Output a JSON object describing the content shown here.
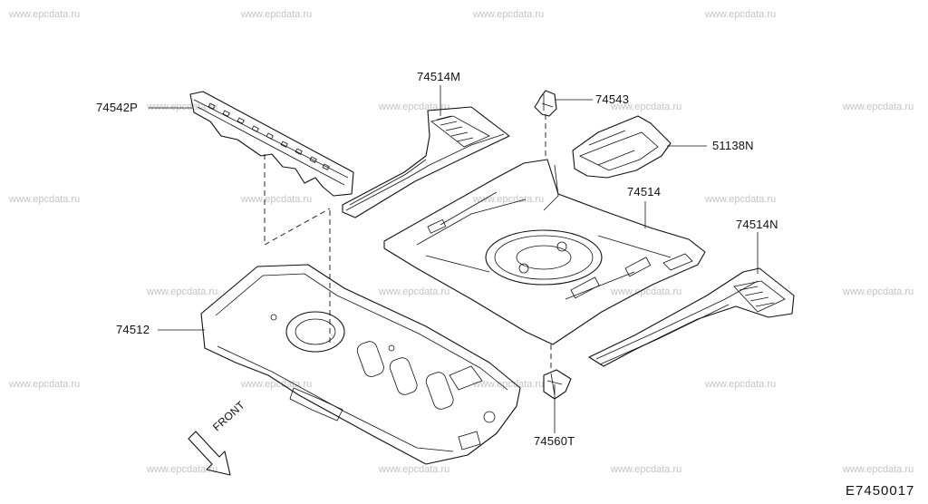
{
  "watermark": "www.epcdata.ru",
  "diagram_code": "E7450017",
  "front_label": "FRONT",
  "parts": {
    "p74542P": "74542P",
    "p74514M": "74514M",
    "p74543": "74543",
    "p51138N": "51138N",
    "p74514": "74514",
    "p74514N": "74514N",
    "p74512": "74512",
    "p74560T": "74560T"
  }
}
